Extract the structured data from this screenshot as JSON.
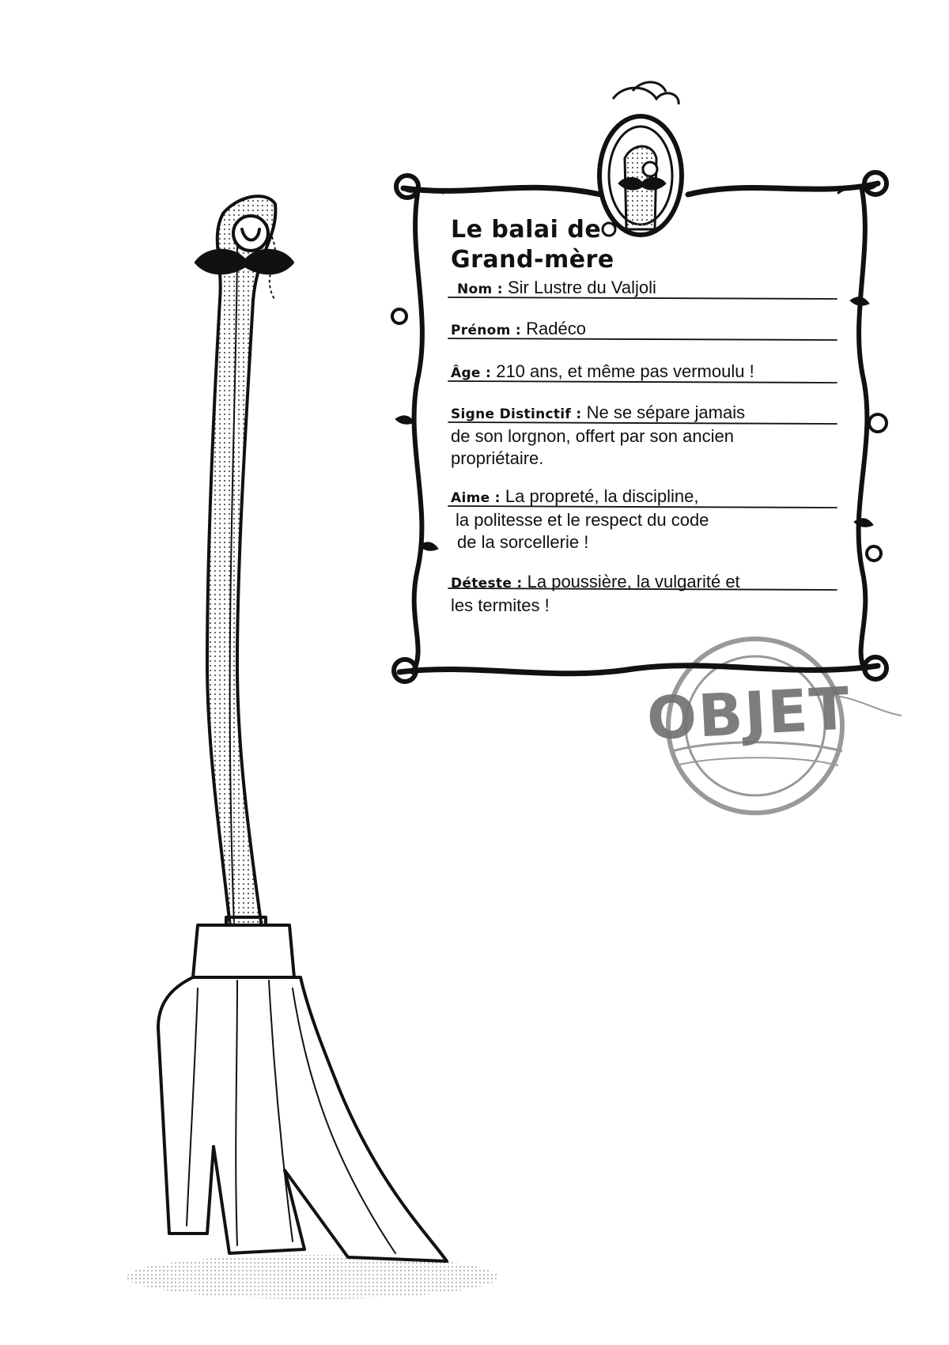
{
  "card": {
    "title_line1": "Le balai de",
    "title_line2": "Grand-mère",
    "fields": [
      {
        "label": "Nom :",
        "value": "Sir Lustre du Valjoli"
      },
      {
        "label": "Prénom :",
        "value": "Radéco"
      },
      {
        "label": "Âge :",
        "value": "210 ans, et même pas vermoulu !"
      },
      {
        "label": "Signe Distinctif :",
        "value_line1": "Ne se sépare jamais",
        "value_line2": "de son lorgnon, offert par son ancien",
        "value_line3": "propriétaire."
      },
      {
        "label": "Aime :",
        "value_line1": "La propreté, la discipline,",
        "value_line2": "la politesse et le respect du code",
        "value_line3": "de la sorcellerie !"
      },
      {
        "label": "Déteste :",
        "value_line1": "La poussière, la vulgarité et",
        "value_line2": "les termites !"
      }
    ]
  },
  "stamp": {
    "word": "OBJET"
  },
  "colors": {
    "ink": "#111111",
    "stamp": "#707070",
    "paper": "#ffffff"
  }
}
